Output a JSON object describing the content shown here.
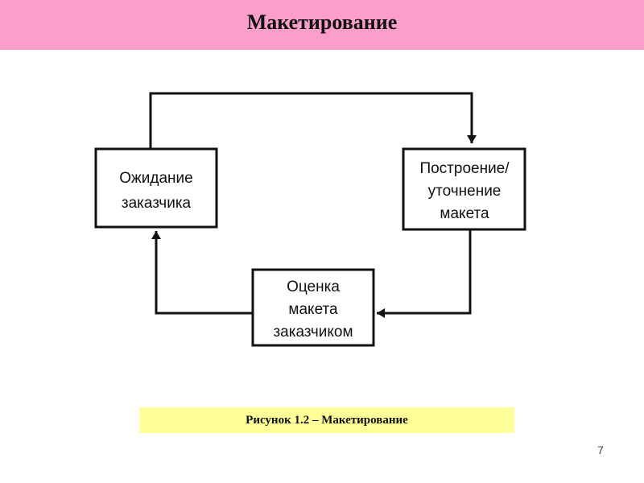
{
  "slide": {
    "title": "Макетирование",
    "caption": "Рисунок 1.2 – Макетирование",
    "page_number": "7"
  },
  "diagram": {
    "boxes": {
      "wait": [
        "Ожидание",
        "заказчика"
      ],
      "build": [
        "Построение/",
        "уточнение",
        "макета"
      ],
      "eval": [
        "Оценка",
        "макета",
        "заказчиком"
      ]
    }
  },
  "colors": {
    "title_bar": "#fb9fca",
    "caption_bg": "#ffff99"
  }
}
